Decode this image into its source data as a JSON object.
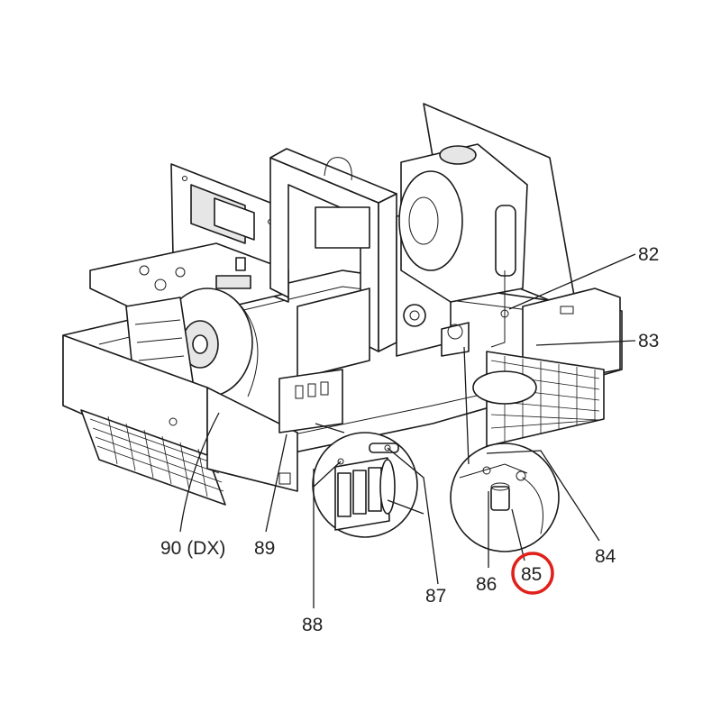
{
  "callouts": [
    {
      "id": "82",
      "label": "82"
    },
    {
      "id": "83",
      "label": "83"
    },
    {
      "id": "84",
      "label": "84"
    },
    {
      "id": "85",
      "label": "85",
      "highlighted": true
    },
    {
      "id": "86",
      "label": "86"
    },
    {
      "id": "87",
      "label": "87"
    },
    {
      "id": "88",
      "label": "88"
    },
    {
      "id": "89",
      "label": "89"
    },
    {
      "id": "90",
      "label": "90 (DX)"
    }
  ],
  "colors": {
    "highlight": "#e0201b",
    "line": "#1a1a1a",
    "text": "#222222",
    "background": "#ffffff"
  }
}
